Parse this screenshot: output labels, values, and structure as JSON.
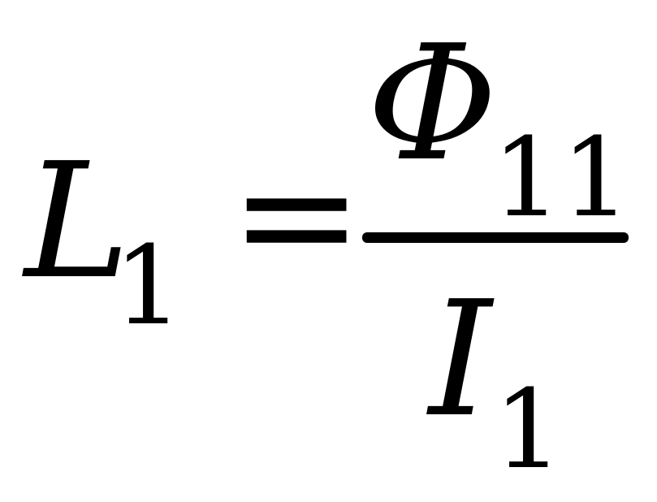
{
  "equation": {
    "lhs": {
      "symbol": "L",
      "subscript": "1"
    },
    "operator": "=",
    "fraction": {
      "numerator": {
        "symbol": "Φ",
        "subscript": "11"
      },
      "denominator": {
        "symbol": "I",
        "subscript": "1"
      }
    }
  }
}
